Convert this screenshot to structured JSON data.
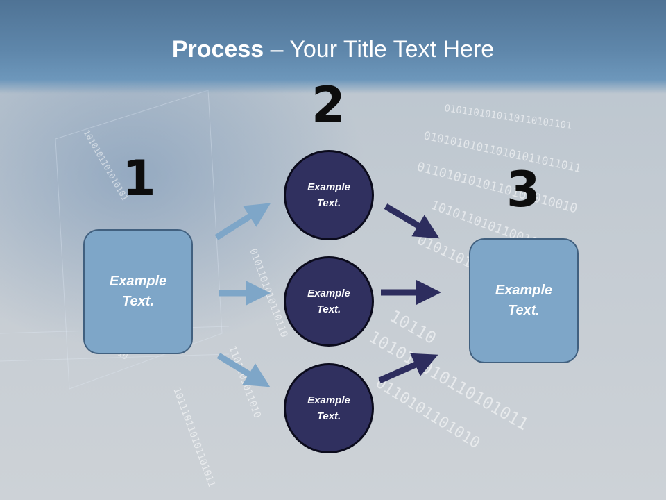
{
  "title": {
    "bold": "Process",
    "rest": " – Your Title Text Here"
  },
  "steps": [
    {
      "number": "1",
      "text_line1": "Example",
      "text_line2": "Text."
    },
    {
      "number": "2"
    },
    {
      "number": "3",
      "text_line1": "Example",
      "text_line2": "Text."
    }
  ],
  "circles": [
    {
      "text_line1": "Example",
      "text_line2": "Text."
    },
    {
      "text_line1": "Example",
      "text_line2": "Text."
    },
    {
      "text_line1": "Example",
      "text_line2": "Text."
    }
  ],
  "colors": {
    "box_fill": "#7ea6c8",
    "circle_fill": "#30305f",
    "arrow_light": "#7ea6c8",
    "arrow_dark": "#2d2d5e",
    "title_bar": "#5f87ab"
  }
}
